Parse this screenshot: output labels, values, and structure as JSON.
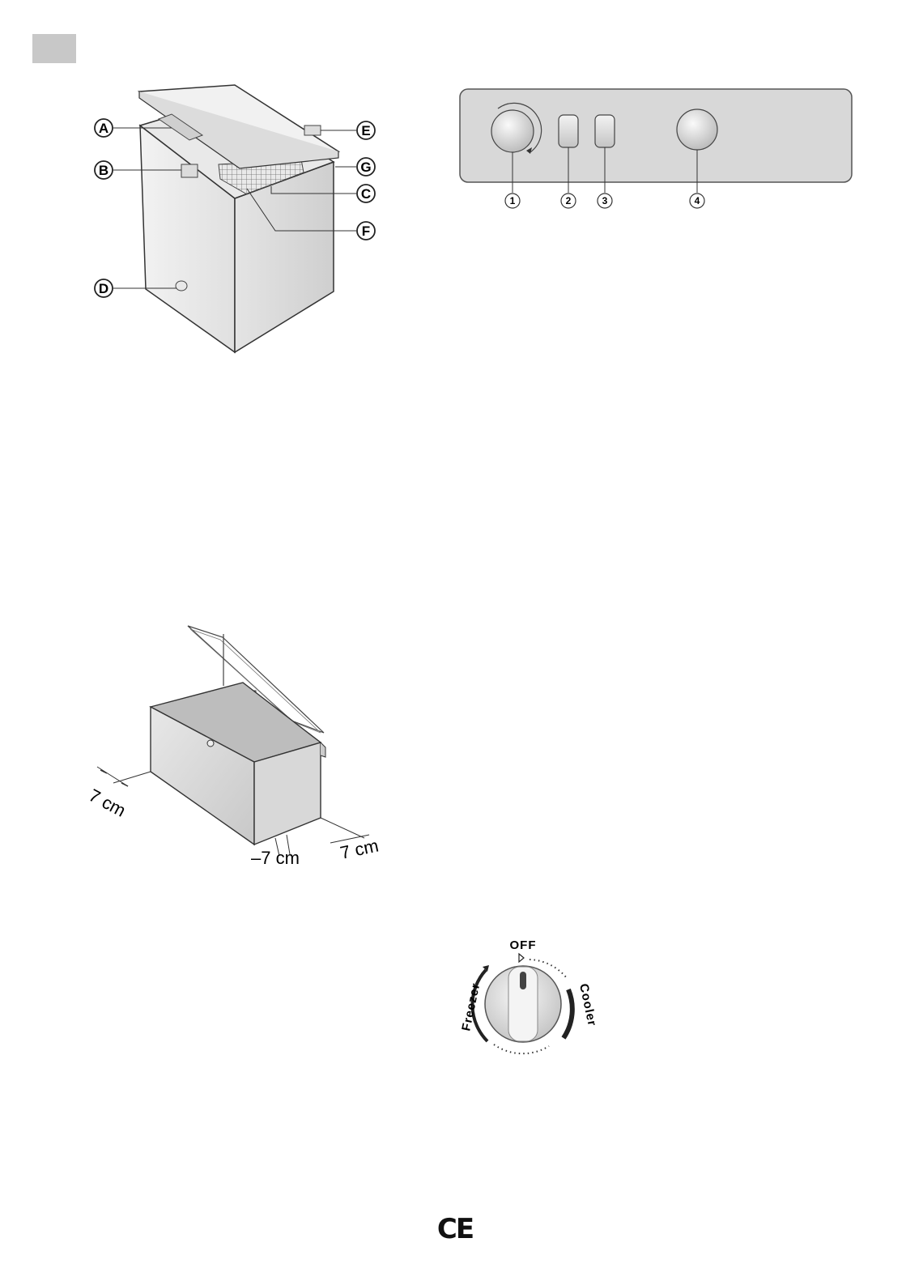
{
  "freezer_diagram": {
    "callouts": [
      "A",
      "B",
      "C",
      "D",
      "E",
      "F",
      "G"
    ]
  },
  "control_panel": {
    "numbers": [
      "1",
      "2",
      "3",
      "4"
    ]
  },
  "clearance_diagram": {
    "left_label": "7 cm",
    "bottom_label": "–7 cm",
    "right_label": "7 cm"
  },
  "thermostat_dial": {
    "off_label": "OFF",
    "left_label": "Freezer",
    "right_label": "Cooler"
  },
  "footer": {
    "ce_mark": "CE"
  }
}
